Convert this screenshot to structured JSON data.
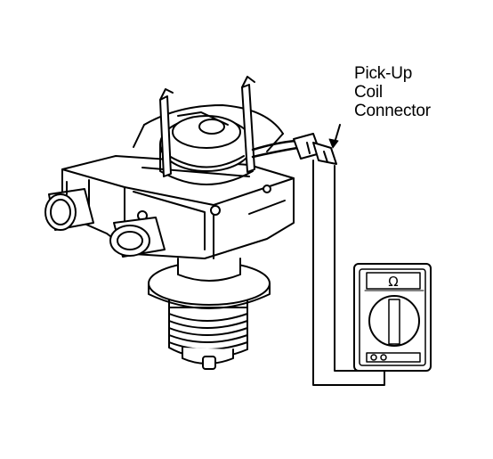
{
  "callout": {
    "line1": "Pick-Up",
    "line2": "Coil",
    "line3": "Connector"
  },
  "meter": {
    "symbol": "Ω"
  },
  "colors": {
    "ink": "#000000",
    "paper": "#ffffff"
  }
}
